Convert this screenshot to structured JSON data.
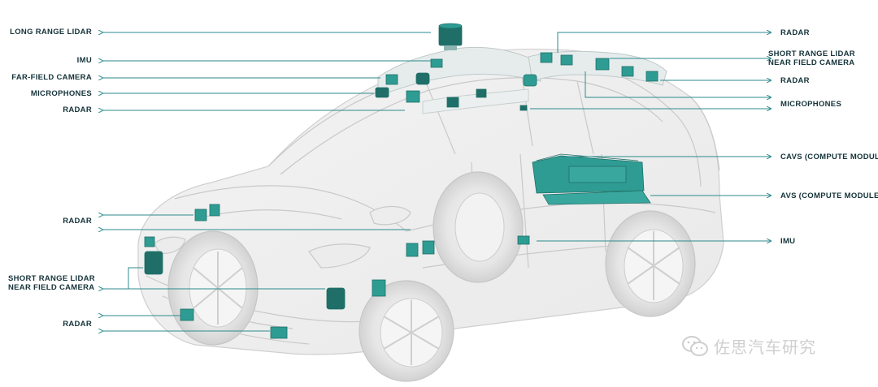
{
  "labels": {
    "left": {
      "long_range_lidar": "LONG RANGE LIDAR",
      "imu": "IMU",
      "far_field_camera": "FAR-FIELD CAMERA",
      "microphones": "MICROPHONES",
      "radar_top": "RADAR",
      "radar_mid": "RADAR",
      "short_range_lidar_line1": "SHORT RANGE LIDAR",
      "short_range_lidar_line2": "NEAR FIELD CAMERA",
      "radar_bottom": "RADAR"
    },
    "right": {
      "radar_top": "RADAR",
      "short_range_lidar_line1": "SHORT RANGE LIDAR",
      "short_range_lidar_line2": "NEAR FIELD CAMERA",
      "radar_second": "RADAR",
      "microphones": "MICROPHONES",
      "cavs": "CAVS (COMPUTE MODULE)",
      "avs": "AVS (COMPUTE MODULE)",
      "imu": "IMU"
    }
  },
  "watermark": {
    "text": "佐思汽车研究",
    "icon": "wechat-icon"
  },
  "colors": {
    "label_text": "#15333a",
    "leader_line": "#2c8a8c",
    "sensor": "#2e9c93",
    "sensor_dark": "#1f6f68",
    "car_outline": "#c8c8c8"
  }
}
